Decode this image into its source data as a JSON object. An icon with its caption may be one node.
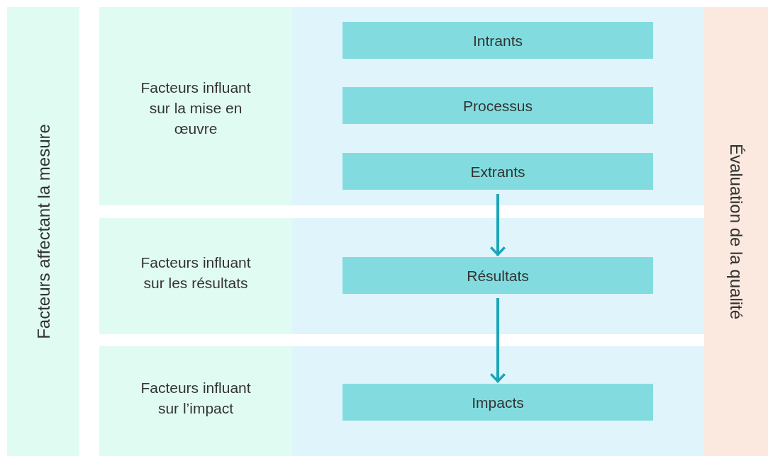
{
  "diagram": {
    "nodes": [
      {
        "text": [
          "Facteurs affectant la mesure"
        ]
      },
      {
        "text": [
          "Facteurs influant sur la mise en œuvre"
        ]
      },
      {
        "text": [],
        "shape": "box"
      },
      {
        "text": [
          "Intrants"
        ],
        "in": 2
      },
      {
        "text": [
          "Processus"
        ],
        "in": 2
      },
      {
        "text": [
          "Extrants"
        ],
        "in": 2
      },
      {
        "text": [
          "Facteurs influant sur les résultats"
        ]
      },
      {
        "text": [],
        "shape": "box"
      },
      {
        "text": [
          "Résultats"
        ],
        "in": 7
      },
      {
        "text": [
          "Facteurs influant sur l’impact"
        ]
      },
      {
        "text": [],
        "shape": "box"
      },
      {
        "text": [
          "Impacts"
        ],
        "in": 10
      },
      {
        "text": [
          "Évaluation de la qualité"
        ]
      }
    ],
    "edges": [
      {
        "from": 5,
        "to": 8,
        "arrow": "to"
      },
      {
        "from": 8,
        "to": 11,
        "arrow": "to"
      }
    ]
  }
}
